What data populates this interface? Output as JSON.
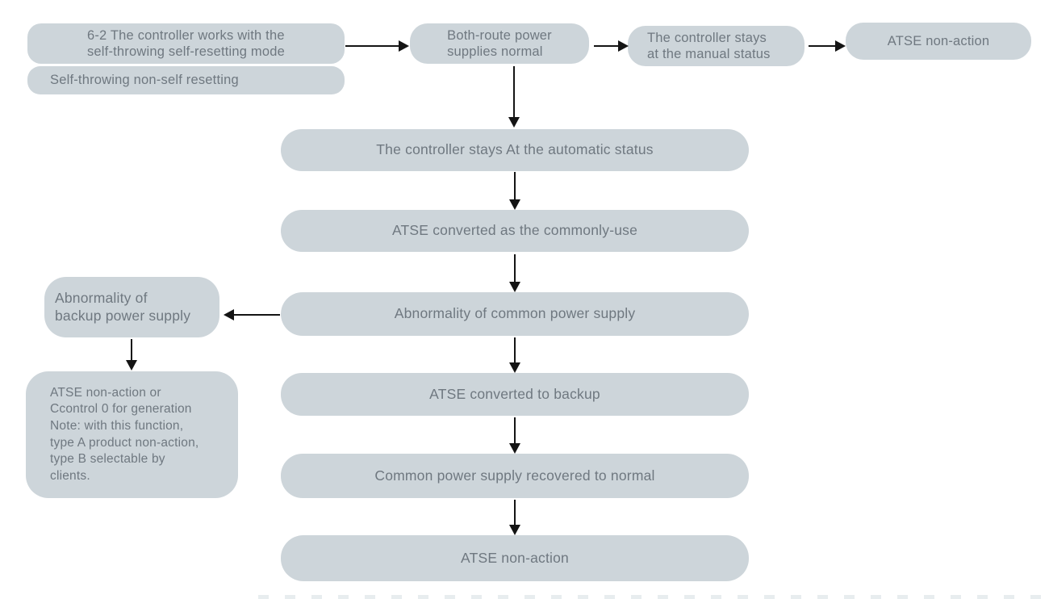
{
  "diagram": {
    "colors": {
      "node_fill": "#cdd5da",
      "text": "#6f7880",
      "arrow": "#141414",
      "background": "#ffffff"
    },
    "nodes": {
      "mode_main": {
        "lines": [
          "6-2 The controller works with the",
          "self-throwing self-resetting mode"
        ]
      },
      "mode_alt": {
        "label": "Self-throwing non-self resetting"
      },
      "both_route_normal": {
        "lines": [
          "Both-route power",
          "supplies normal"
        ]
      },
      "manual_status": {
        "lines": [
          "The controller stays",
          "at the manual status"
        ]
      },
      "atse_non_action_manual": {
        "label": "ATSE non-action"
      },
      "automatic_status": {
        "label": "The controller stays At the automatic status"
      },
      "converted_commonly_use": {
        "label": "ATSE converted as the commonly-use"
      },
      "abnormality_common": {
        "label": "Abnormality of common power supply"
      },
      "abnormality_backup": {
        "lines": [
          "Abnormality of",
          "backup power supply"
        ]
      },
      "backup_note": {
        "lines": [
          "ATSE non-action or",
          "Ccontrol 0 for generation",
          "Note: with this function,",
          "type A product non-action,",
          "type B selectable by",
          "clients."
        ]
      },
      "converted_backup": {
        "label": "ATSE converted to backup"
      },
      "recovered_normal": {
        "label": "Common power supply recovered to normal"
      },
      "atse_non_action_final": {
        "label": "ATSE non-action"
      }
    }
  }
}
